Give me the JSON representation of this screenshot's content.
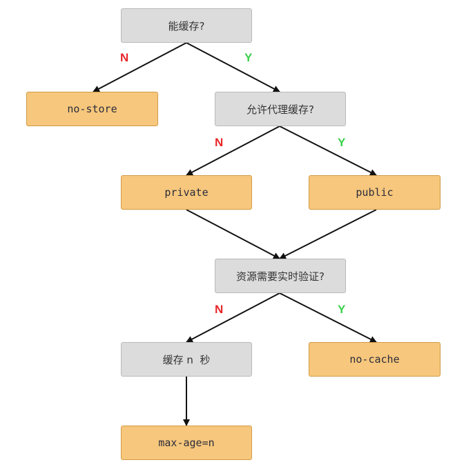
{
  "colors": {
    "decision_fill": "#dcdcdc",
    "result_fill": "#f6c77c",
    "no_label": "#e8262a",
    "yes_label": "#39d14a",
    "arrow": "#111111"
  },
  "nodes": {
    "can_cache": "能缓存?",
    "no_store": "no-store",
    "allow_proxy": "允许代理缓存?",
    "private": "private",
    "public": "public",
    "revalidate": "资源需要实时验证?",
    "cache_n_seconds": "缓存 n  秒",
    "no_cache": "no-cache",
    "max_age": "max-age=n"
  },
  "edge_labels": {
    "can_cache_no": "N",
    "can_cache_yes": "Y",
    "allow_proxy_no": "N",
    "allow_proxy_yes": "Y",
    "revalidate_no": "N",
    "revalidate_yes": "Y"
  }
}
